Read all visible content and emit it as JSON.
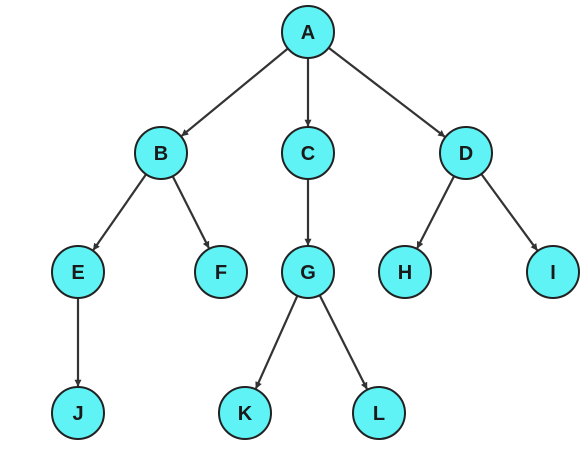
{
  "diagram": {
    "type": "tree",
    "colors": {
      "node_fill": "#5ff3f5",
      "node_stroke": "#222222",
      "edge": "#333333",
      "label": "#1a1a1a"
    },
    "nodes": [
      {
        "id": "A",
        "label": "A"
      },
      {
        "id": "B",
        "label": "B"
      },
      {
        "id": "C",
        "label": "C"
      },
      {
        "id": "D",
        "label": "D"
      },
      {
        "id": "E",
        "label": "E"
      },
      {
        "id": "F",
        "label": "F"
      },
      {
        "id": "G",
        "label": "G"
      },
      {
        "id": "H",
        "label": "H"
      },
      {
        "id": "I",
        "label": "I"
      },
      {
        "id": "J",
        "label": "J"
      },
      {
        "id": "K",
        "label": "K"
      },
      {
        "id": "L",
        "label": "L"
      }
    ],
    "edges": [
      {
        "from": "A",
        "to": "B"
      },
      {
        "from": "A",
        "to": "C"
      },
      {
        "from": "A",
        "to": "D"
      },
      {
        "from": "B",
        "to": "E"
      },
      {
        "from": "B",
        "to": "F"
      },
      {
        "from": "C",
        "to": "G"
      },
      {
        "from": "D",
        "to": "H"
      },
      {
        "from": "D",
        "to": "I"
      },
      {
        "from": "E",
        "to": "J"
      },
      {
        "from": "G",
        "to": "K"
      },
      {
        "from": "G",
        "to": "L"
      }
    ]
  }
}
